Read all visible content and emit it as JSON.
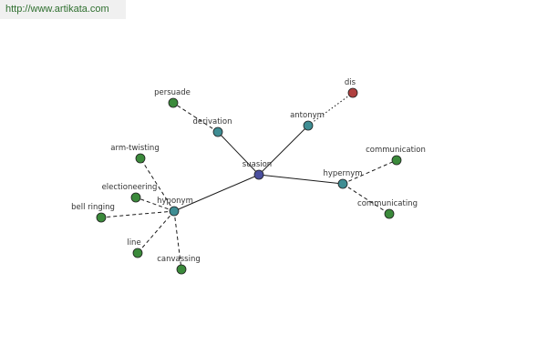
{
  "source_url": "http://www.artikata.com",
  "colors": {
    "center_node": "#4a4f9e",
    "relation_node": "#3f8d93",
    "term_node": "#3b8a3b",
    "antonym_term_node": "#b0403f",
    "edge": "#1a1a1a",
    "banner_text": "#2f6f2f"
  },
  "graph": {
    "center": {
      "id": "suasion",
      "label": "suasion",
      "kind": "center"
    },
    "relations": [
      {
        "id": "derivation",
        "label": "derivation",
        "kind": "relation"
      },
      {
        "id": "antonym",
        "label": "antonym",
        "kind": "relation"
      },
      {
        "id": "hypernym",
        "label": "hypernym",
        "kind": "relation"
      },
      {
        "id": "hyponym",
        "label": "hyponym",
        "kind": "relation"
      }
    ],
    "terms": [
      {
        "id": "persuade",
        "label": "persuade",
        "parent": "derivation",
        "kind": "term"
      },
      {
        "id": "dis",
        "label": "dis",
        "parent": "antonym",
        "kind": "antonym-term"
      },
      {
        "id": "communication",
        "label": "communication",
        "parent": "hypernym",
        "kind": "term"
      },
      {
        "id": "communicating",
        "label": "communicating",
        "parent": "hypernym",
        "kind": "term"
      },
      {
        "id": "arm-twisting",
        "label": "arm-twisting",
        "parent": "hyponym",
        "kind": "term"
      },
      {
        "id": "electioneering",
        "label": "electioneering",
        "parent": "hyponym",
        "kind": "term"
      },
      {
        "id": "bell-ringing",
        "label": "bell ringing",
        "parent": "hyponym",
        "kind": "term"
      },
      {
        "id": "line",
        "label": "line",
        "parent": "hyponym",
        "kind": "term"
      },
      {
        "id": "canvassing",
        "label": "canvassing",
        "parent": "hyponym",
        "kind": "term"
      }
    ]
  }
}
